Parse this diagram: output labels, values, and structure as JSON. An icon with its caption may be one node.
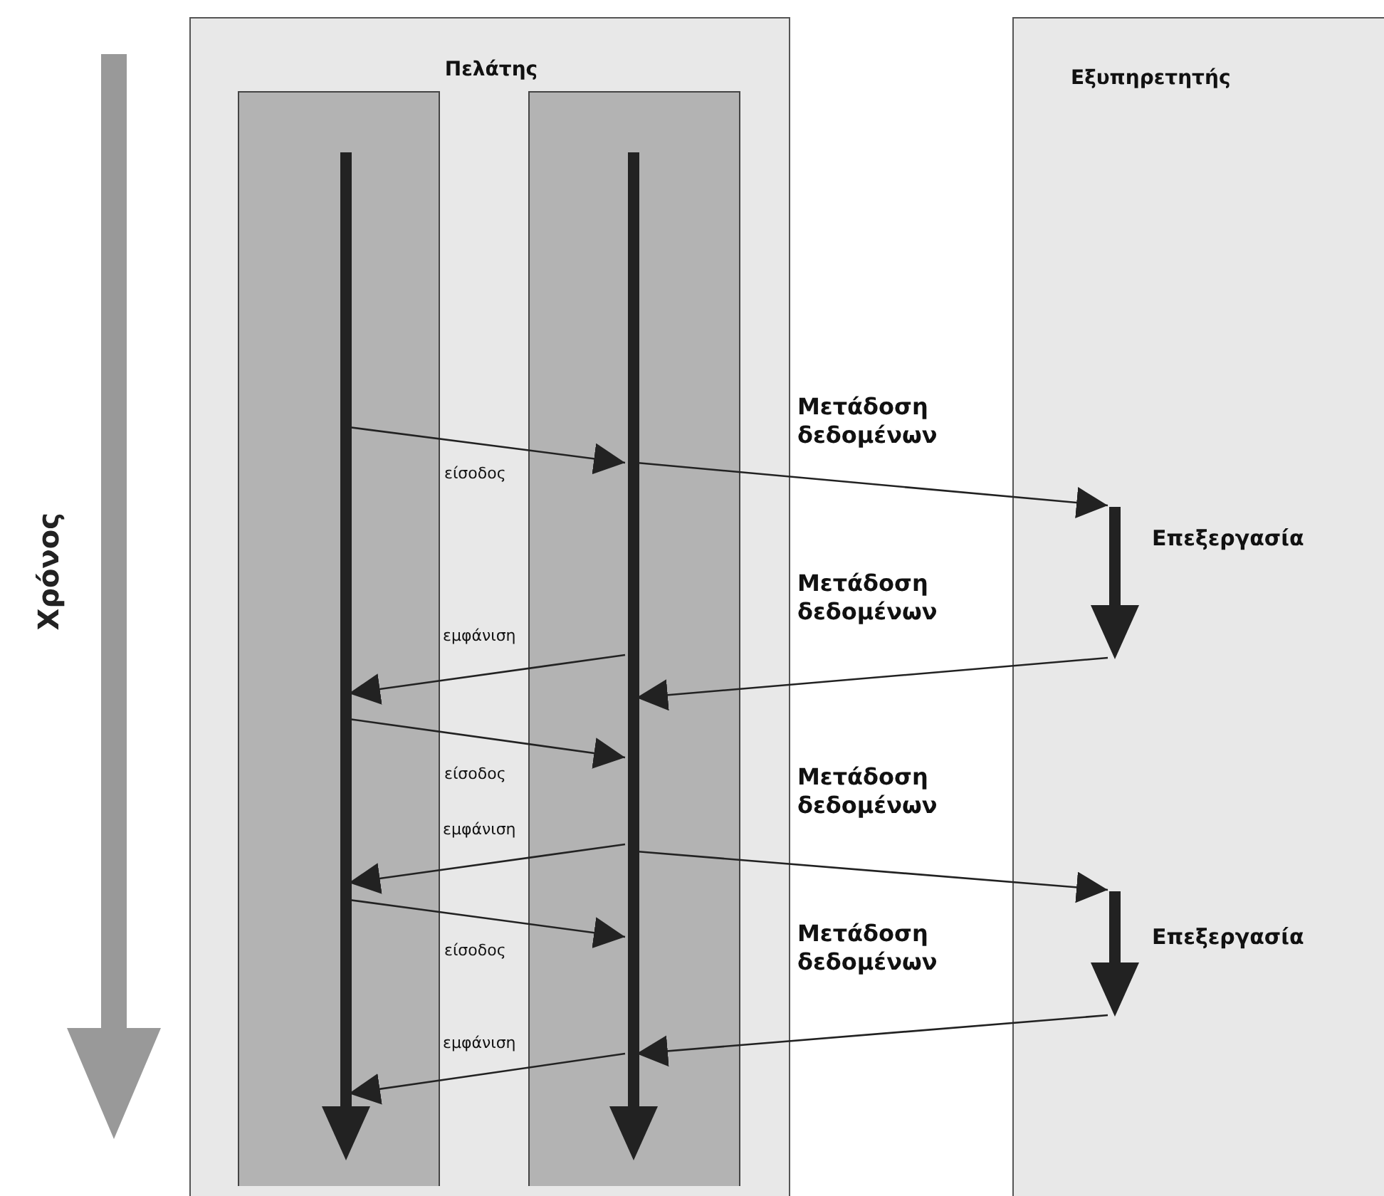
{
  "diagram": {
    "nodes": [
      {
        "text": [
          "Πελάτης"
        ]
      },
      {
        "text": [],
        "shape": "box",
        "in": 0
      },
      {
        "text": [],
        "shape": "bar",
        "in": 1
      },
      {
        "text": [],
        "shape": "box",
        "in": 0
      },
      {
        "text": [],
        "shape": "bar",
        "in": 3
      },
      {
        "text": [
          "Εξυπηρετητής"
        ]
      },
      {
        "text": [],
        "shape": "bar",
        "in": 5,
        "beside": [
          "Επεξεργασία"
        ]
      },
      {
        "text": [],
        "shape": "bar",
        "in": 5,
        "beside": [
          "Επεξεργασία"
        ]
      }
    ],
    "edges": [
      {
        "from": 2,
        "to": 4,
        "arrow": "to",
        "label": "είσοδος"
      },
      {
        "from": 4,
        "to": 6,
        "arrow": "to",
        "label": "Μετάδοση δεδομένων"
      },
      {
        "from": 4,
        "to": 2,
        "arrow": "to",
        "label": "εμφάνιση"
      },
      {
        "from": 6,
        "to": 4,
        "arrow": "to",
        "label": "Μετάδοση δεδομένων"
      },
      {
        "from": 2,
        "to": 4,
        "arrow": "to",
        "label": "είσοδος"
      },
      {
        "from": 4,
        "to": 2,
        "arrow": "to",
        "label": "εμφάνιση"
      },
      {
        "from": 4,
        "to": 7,
        "arrow": "to",
        "label": "Μετάδοση δεδομένων"
      },
      {
        "from": 2,
        "to": 4,
        "arrow": "to",
        "label": "είσοδος"
      },
      {
        "from": 7,
        "to": 4,
        "arrow": "to",
        "label": "Μετάδοση δεδομένων"
      },
      {
        "from": 4,
        "to": 2,
        "arrow": "to",
        "label": "εμφάνιση"
      }
    ],
    "labels": [
      "Χρόνος"
    ]
  }
}
